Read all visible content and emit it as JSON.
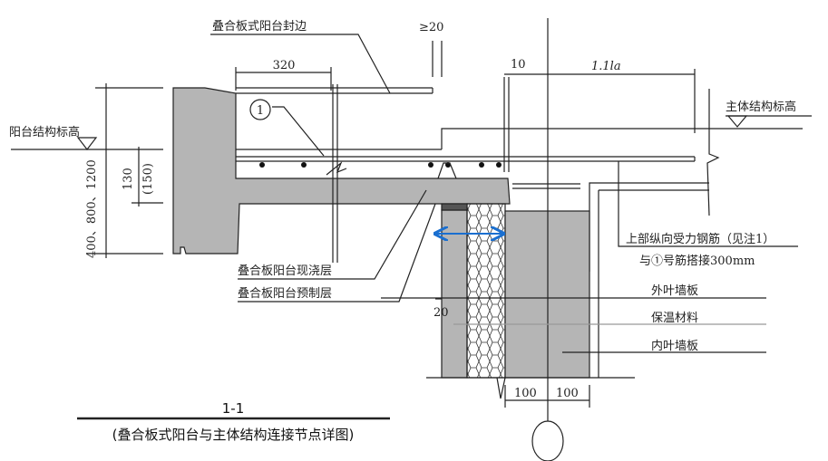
{
  "labels": {
    "edge_seal": "叠合板式阳台封边",
    "balcony_level": "阳台结构标高",
    "main_level": "主体结构标高",
    "cast_layer": "叠合板阳台现浇层",
    "precast_layer": "叠合板阳台预制层",
    "top_rebar_line1": "上部纵向受力钢筋（见注1）",
    "top_rebar_line2": "与①号筋搭接300mm",
    "outer_leaf": "外叶墙板",
    "insulation": "保温材料",
    "inner_leaf": "内叶墙板",
    "rebar_mark": "1"
  },
  "dims": {
    "d320": "320",
    "ge20": "≥20",
    "d10": "10",
    "lap": "1.1la",
    "height": "400、800、1200",
    "d130": "130",
    "d150": "(150)",
    "d20": "20",
    "d100a": "100",
    "d100b": "100"
  },
  "title": {
    "section": "1-1",
    "caption": "(叠合板式阳台与主体结构连接节点详图)"
  },
  "colors": {
    "concrete": "#b5b5b5",
    "line": "#222222",
    "accent": "#1a6fd0"
  }
}
